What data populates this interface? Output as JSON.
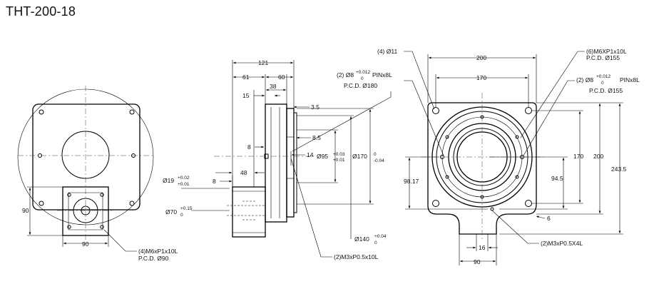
{
  "title": "THT-200-18",
  "left_view": {
    "dim_height": "90",
    "dim_width": "90",
    "note_line1": "(4)M6xP1x10L",
    "note_line2": "P.C.D. Ø90"
  },
  "side_view": {
    "dim_121": "121",
    "dim_61": "61",
    "dim_60": "60",
    "dim_38": "38",
    "dim_15": "15",
    "dim_3_5": "3.5",
    "dim_8_5": "8.5",
    "dim_8a": "8",
    "dim_14": "14",
    "dim_48": "48",
    "dim_8b": "8",
    "dia95_base": "Ø95",
    "dia95_up": "+0.03",
    "dia95_lo": "+0.01",
    "dia170_base": "Ø170",
    "dia170_up": "0",
    "dia170_lo": "-0.04",
    "dia19_base": "Ø19",
    "dia19_up": "+0.02",
    "dia19_lo": "+0.01",
    "dia70_base": "Ø70",
    "dia70_up": "+0.15",
    "dia70_lo": "0",
    "dia140_base": "Ø140",
    "dia140_up": "+0.04",
    "dia140_lo": "0",
    "pin_note_base": "(2) Ø8",
    "pin_note_up": "+0.012",
    "pin_note_lo": "0",
    "pin_note_suffix": "PINx8L",
    "pin_note_pcd": "P.C.D. Ø180",
    "tap_note": "(2)M3xP0.5x10L"
  },
  "right_view": {
    "hole_note": "(4) Ø11",
    "tap_note_line1": "(6)M6XP1x10L",
    "tap_note_line2": "P.C.D. Ø155",
    "pin_note_base": "(2) Ø8",
    "pin_note_up": "+0.012",
    "pin_note_lo": "0",
    "pin_note_suffix": "PINx8L",
    "pin_note_pcd": "P.C.D. Ø155",
    "dim_200_top": "200",
    "dim_170_top": "170",
    "dim_170_side": "170",
    "dim_200_side": "200",
    "dim_243_5": "243.5",
    "dim_98_17": "98.17",
    "dim_94_5": "94.5",
    "dim_6": "6",
    "dim_16": "16",
    "dim_90": "90",
    "bottom_tap_note": "(2)M3xP0.5X4L"
  }
}
